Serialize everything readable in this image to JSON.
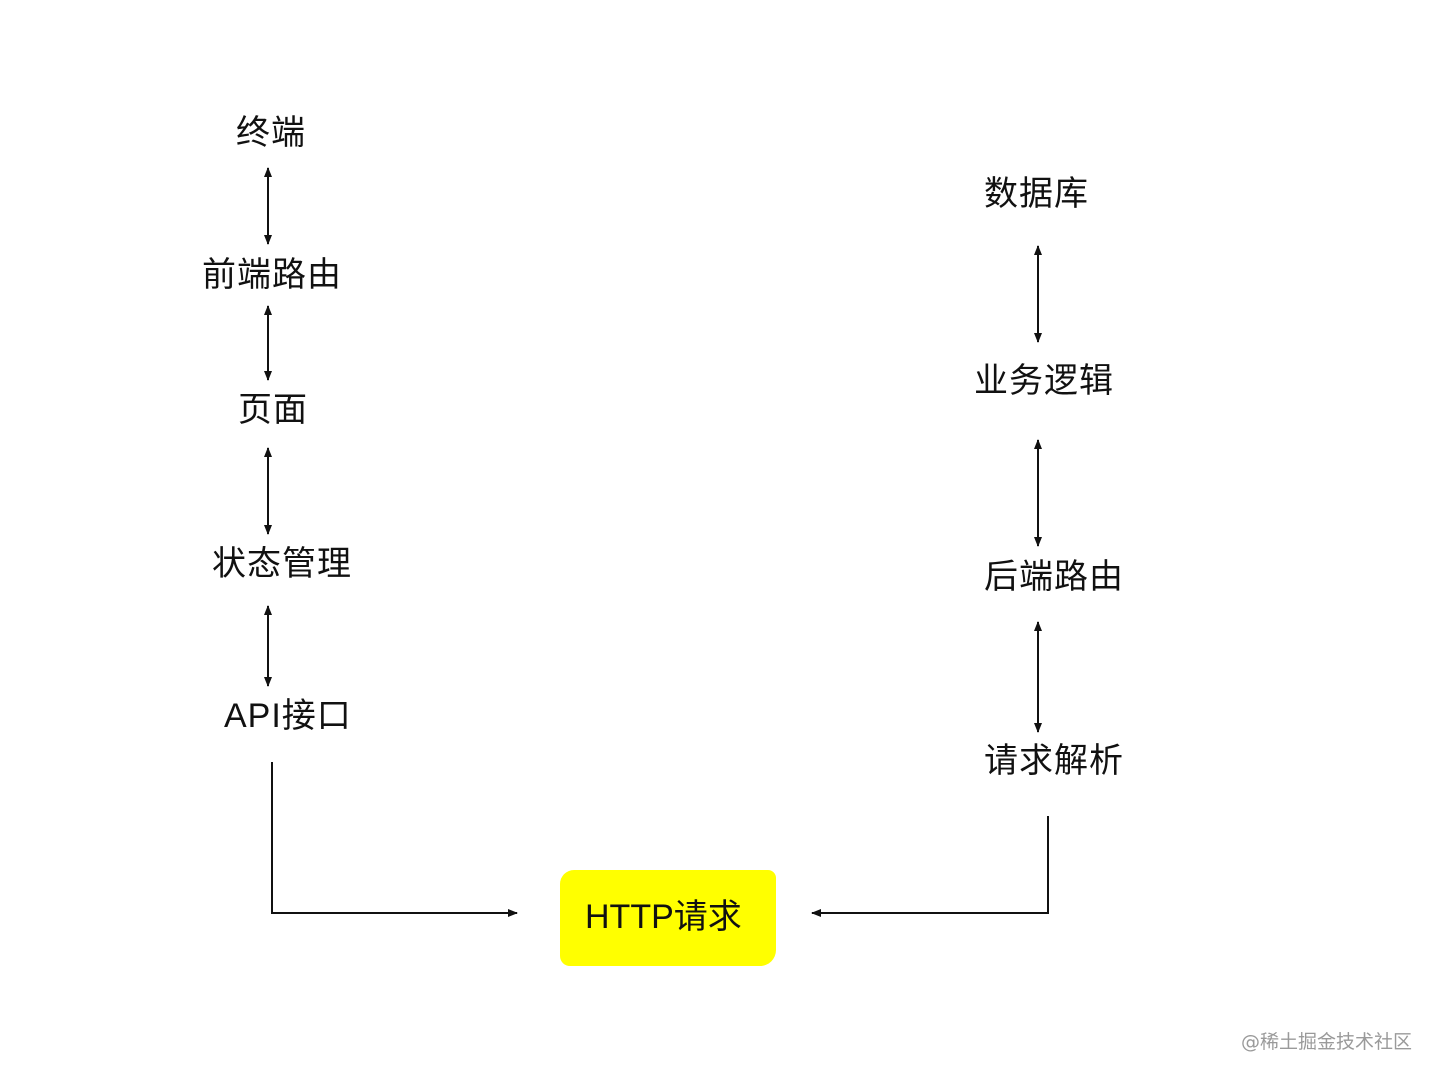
{
  "frontend_stack": {
    "terminal": "终端",
    "frontend_routing": "前端路由",
    "page": "页面",
    "state_management": "状态管理",
    "api_interface": "API接口"
  },
  "backend_stack": {
    "database": "数据库",
    "business_logic": "业务逻辑",
    "backend_routing": "后端路由",
    "request_parsing": "请求解析"
  },
  "center": {
    "http_request": "HTTP请求",
    "highlight_color": "#ffff00"
  },
  "watermark": "@稀土掘金技术社区",
  "colors": {
    "line": "#111111",
    "text": "#111111",
    "watermark": "#9a9a9a"
  }
}
